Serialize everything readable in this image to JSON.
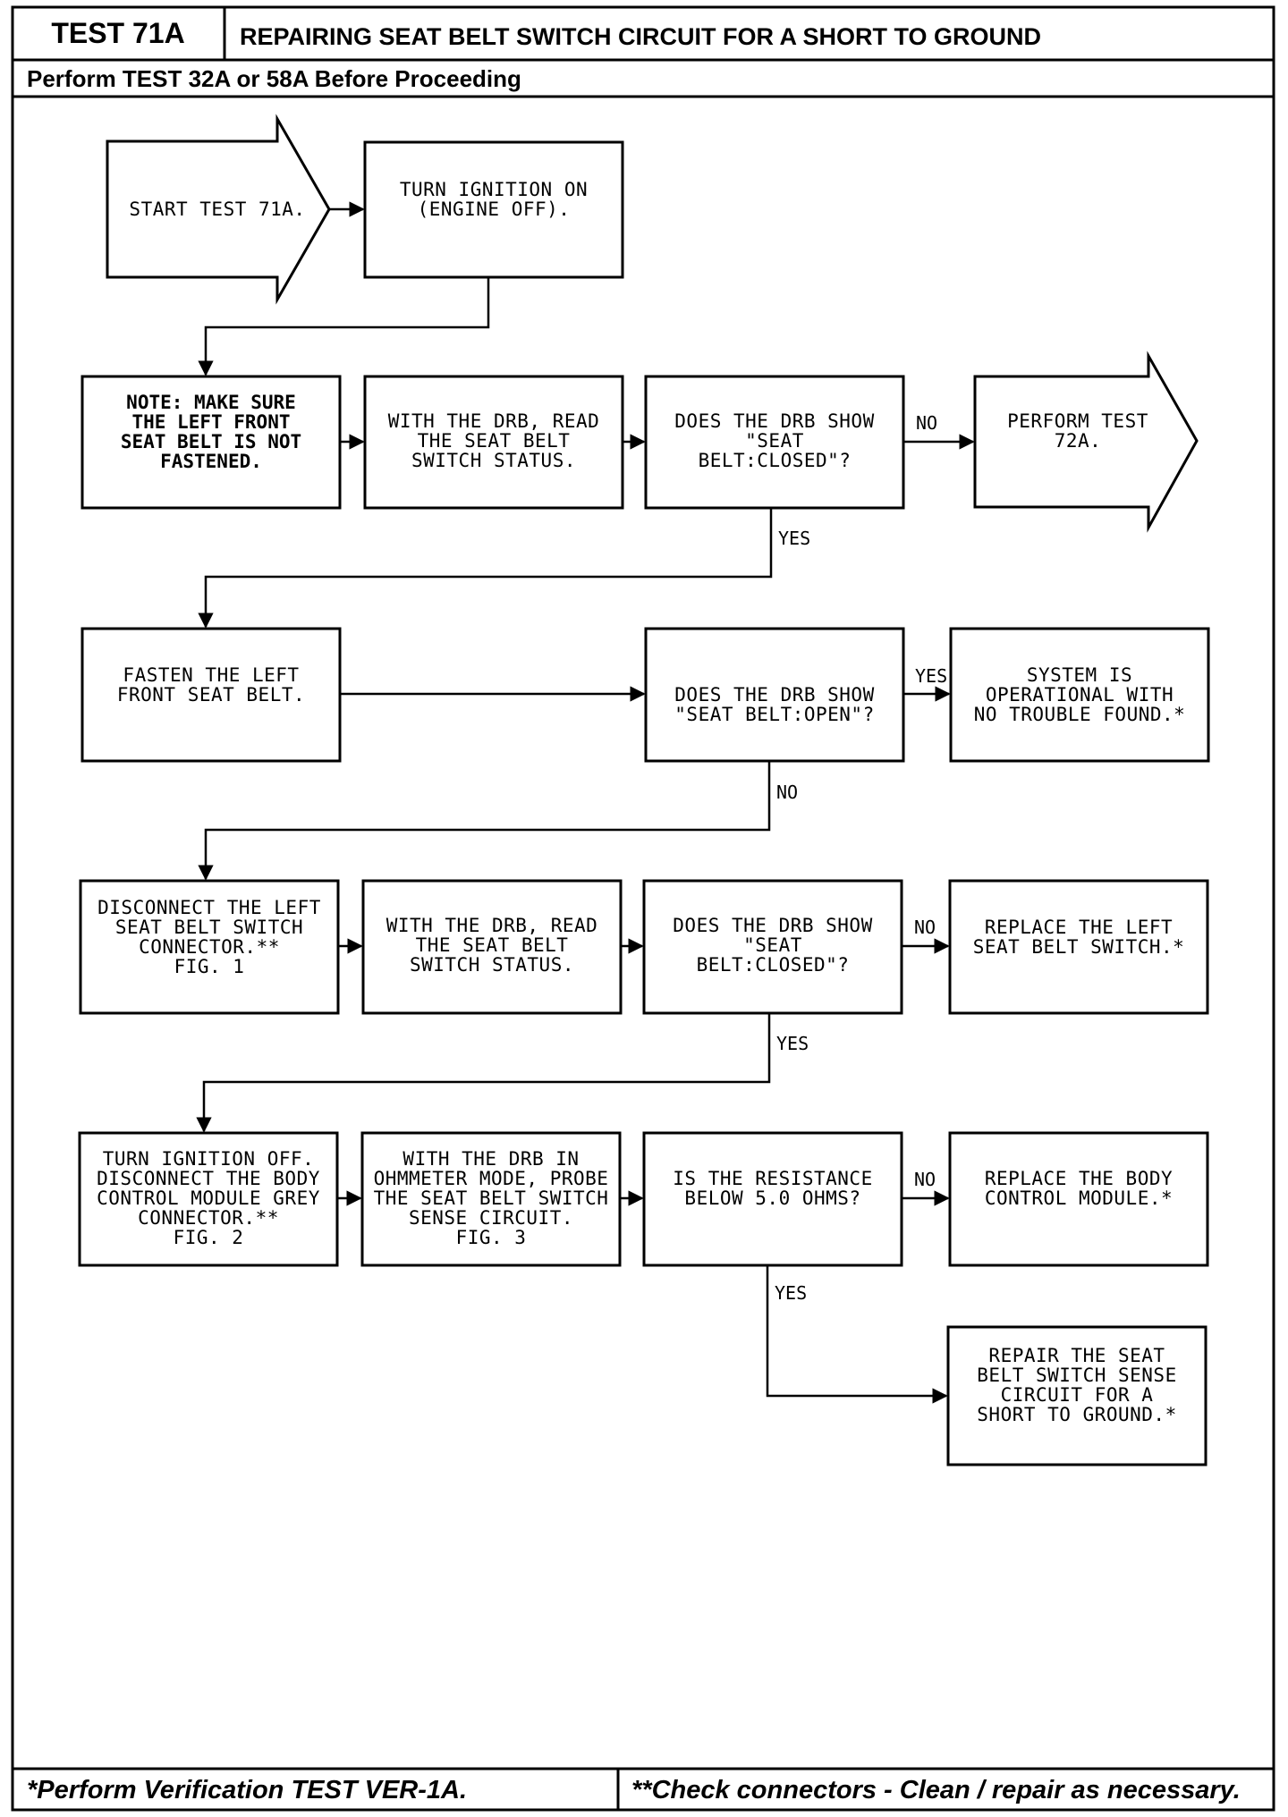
{
  "header": {
    "test_id": "TEST 71A",
    "title": "REPAIRING SEAT BELT SWITCH CIRCUIT FOR A SHORT TO GROUND",
    "prerequisite": "Perform TEST 32A or 58A Before Proceeding"
  },
  "steps": {
    "start": [
      "START TEST 71A."
    ],
    "ignition_on": [
      "TURN IGNITION ON",
      "(ENGINE OFF)."
    ],
    "note": [
      "NOTE: MAKE SURE",
      "THE LEFT FRONT",
      "SEAT BELT IS NOT",
      "FASTENED."
    ],
    "read1": [
      "WITH THE DRB, READ",
      "THE SEAT BELT",
      "SWITCH STATUS."
    ],
    "q_closed1": [
      "DOES THE DRB SHOW",
      "\"SEAT",
      "BELT:CLOSED\"?"
    ],
    "perform72": [
      "PERFORM TEST",
      "72A."
    ],
    "fasten": [
      "FASTEN THE LEFT",
      "FRONT SEAT BELT."
    ],
    "q_open": [
      "DOES THE DRB SHOW",
      "\"SEAT BELT:OPEN\"?"
    ],
    "operational": [
      "SYSTEM IS",
      "OPERATIONAL WITH",
      "NO TROUBLE FOUND.*"
    ],
    "disconnect_switch": [
      "DISCONNECT THE LEFT",
      "SEAT BELT SWITCH",
      "CONNECTOR.**",
      "",
      "FIG. 1"
    ],
    "read2": [
      "WITH THE DRB, READ",
      "THE SEAT BELT",
      "SWITCH STATUS."
    ],
    "q_closed2": [
      "DOES THE DRB SHOW",
      "\"SEAT",
      "BELT:CLOSED\"?"
    ],
    "replace_switch": [
      "REPLACE THE LEFT",
      "SEAT BELT SWITCH.*"
    ],
    "ignition_off": [
      "TURN IGNITION OFF.",
      "DISCONNECT THE BODY",
      "CONTROL MODULE GREY",
      "CONNECTOR.**",
      "FIG. 2"
    ],
    "ohmmeter": [
      "WITH THE DRB IN",
      "OHMMETER MODE, PROBE",
      "THE SEAT BELT SWITCH",
      "SENSE CIRCUIT.",
      "FIG. 3"
    ],
    "q_resistance": [
      "IS THE RESISTANCE",
      "BELOW 5.0 OHMS?"
    ],
    "replace_bcm": [
      "REPLACE THE BODY",
      "CONTROL MODULE.*"
    ],
    "repair": [
      "REPAIR THE SEAT",
      "BELT SWITCH SENSE",
      "CIRCUIT FOR A",
      "SHORT TO GROUND.*"
    ]
  },
  "labels": {
    "yes": "YES",
    "no": "NO"
  },
  "footer": {
    "left": "*Perform Verification TEST VER-1A.",
    "right": "**Check connectors - Clean / repair as necessary."
  }
}
